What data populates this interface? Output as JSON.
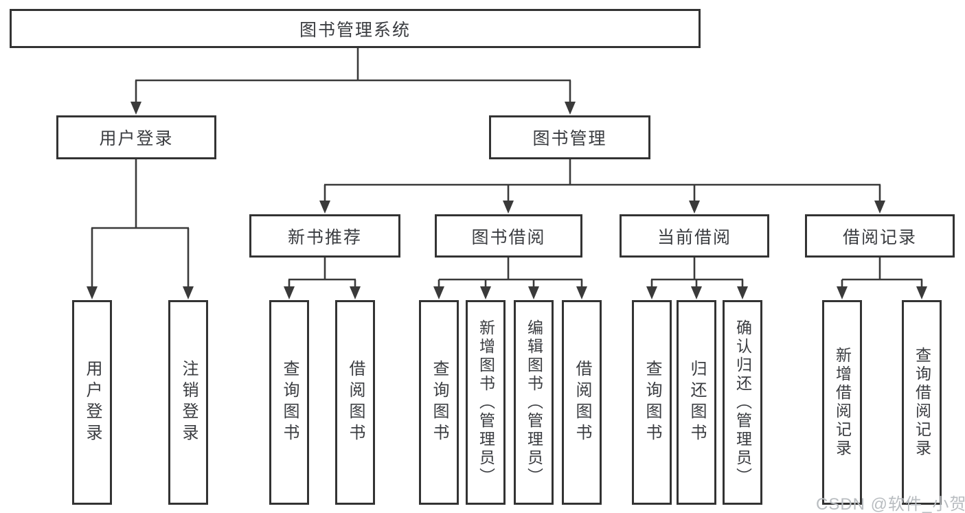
{
  "diagram": {
    "type": "tree",
    "root": {
      "label": "图书管理系统"
    },
    "level2": [
      {
        "label": "用户登录"
      },
      {
        "label": "图书管理"
      }
    ],
    "level3": [
      {
        "label": "新书推荐",
        "parent": "图书管理"
      },
      {
        "label": "图书借阅",
        "parent": "图书管理"
      },
      {
        "label": "当前借阅",
        "parent": "图书管理"
      },
      {
        "label": "借阅记录",
        "parent": "图书管理"
      }
    ],
    "leaves": [
      {
        "label": "用户登录",
        "parent": "用户登录"
      },
      {
        "label": "注销登录",
        "parent": "用户登录"
      },
      {
        "label": "查询图书",
        "parent": "新书推荐"
      },
      {
        "label": "借阅图书",
        "parent": "新书推荐"
      },
      {
        "label": "查询图书",
        "parent": "图书借阅"
      },
      {
        "label": "新增图书（管理员）",
        "parent": "图书借阅"
      },
      {
        "label": "编辑图书（管理员）",
        "parent": "图书借阅"
      },
      {
        "label": "借阅图书",
        "parent": "图书借阅"
      },
      {
        "label": "查询图书",
        "parent": "当前借阅"
      },
      {
        "label": "归还图书",
        "parent": "当前借阅"
      },
      {
        "label": "确认归还（管理员）",
        "parent": "当前借阅"
      },
      {
        "label": "新增借阅记录",
        "parent": "借阅记录"
      },
      {
        "label": "查询借阅记录",
        "parent": "借阅记录"
      }
    ],
    "colors": {
      "line": "#3a3a3a",
      "box_border": "#333333",
      "text": "#3a3c40",
      "background": "#ffffff"
    }
  },
  "watermark": {
    "text": "CSDN @软件_小贺同学",
    "color": "#b9bdc1"
  }
}
